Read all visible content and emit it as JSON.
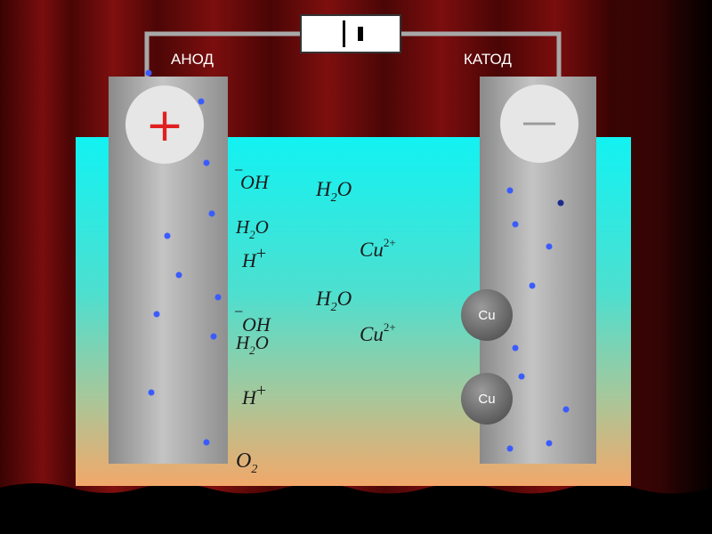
{
  "labels": {
    "anode": "АНОД",
    "cathode": "КАТОД"
  },
  "anode_sign": "+",
  "cathode_sign": "—",
  "formulas": {
    "oh_1": {
      "main": "OH",
      "sup": "−"
    },
    "h2o_1": {
      "main": "H",
      "sub": "2",
      "tail": "O"
    },
    "h2o_small_1": {
      "main": "H",
      "sub": "2",
      "tail": "O"
    },
    "h_plus_1": {
      "main": "H",
      "sup": "+"
    },
    "cu2_1": {
      "main": "Cu",
      "sup": "2+"
    },
    "h2o_2": {
      "main": "H",
      "sub": "2",
      "tail": "O"
    },
    "oh_2": {
      "main": "OH",
      "sup": "−"
    },
    "h2o_small_2": {
      "main": "H",
      "sub": "2",
      "tail": "O"
    },
    "cu2_2": {
      "main": "Cu",
      "sup": "2+"
    },
    "h_plus_2": {
      "main": "H",
      "sup": "+"
    },
    "o2": {
      "main": "O",
      "sub": "2"
    }
  },
  "cu_atoms": [
    "Cu",
    "Cu"
  ],
  "colors": {
    "curtain": "#6e0b0b",
    "electrolyte_top": "#17f0f0",
    "electrolyte_bottom": "#f0a86a",
    "electrode": "#a6a6a6",
    "electron_dot": "#3a5cff",
    "anode_sign": "#e02020",
    "cathode_sign": "#a0a0a0"
  }
}
